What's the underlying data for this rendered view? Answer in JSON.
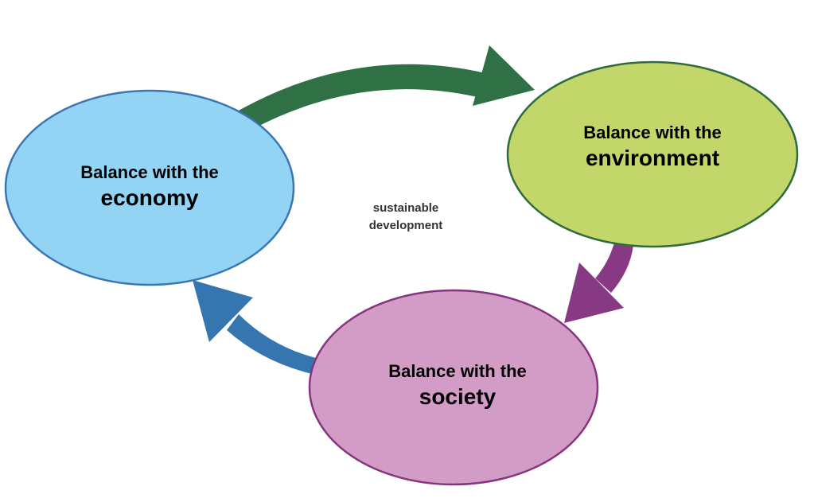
{
  "diagram": {
    "center_label": {
      "line1": "sustainable",
      "line2": "development"
    },
    "nodes": [
      {
        "id": "economy",
        "line1": "Balance with the",
        "line2": "economy",
        "fill": "#93d4f5",
        "stroke": "#3b76b4"
      },
      {
        "id": "environment",
        "line1": "Balance with the",
        "line2": "environment",
        "fill": "#c3d66a",
        "stroke": "#2f6b3d"
      },
      {
        "id": "society",
        "line1": "Balance with the",
        "line2": "society",
        "fill": "#d39cc6",
        "stroke": "#85347f"
      }
    ],
    "arrows": [
      {
        "from": "economy",
        "to": "environment",
        "color": "#2f7045"
      },
      {
        "from": "environment",
        "to": "society",
        "color": "#883984"
      },
      {
        "from": "society",
        "to": "economy",
        "color": "#3576b1"
      }
    ]
  }
}
